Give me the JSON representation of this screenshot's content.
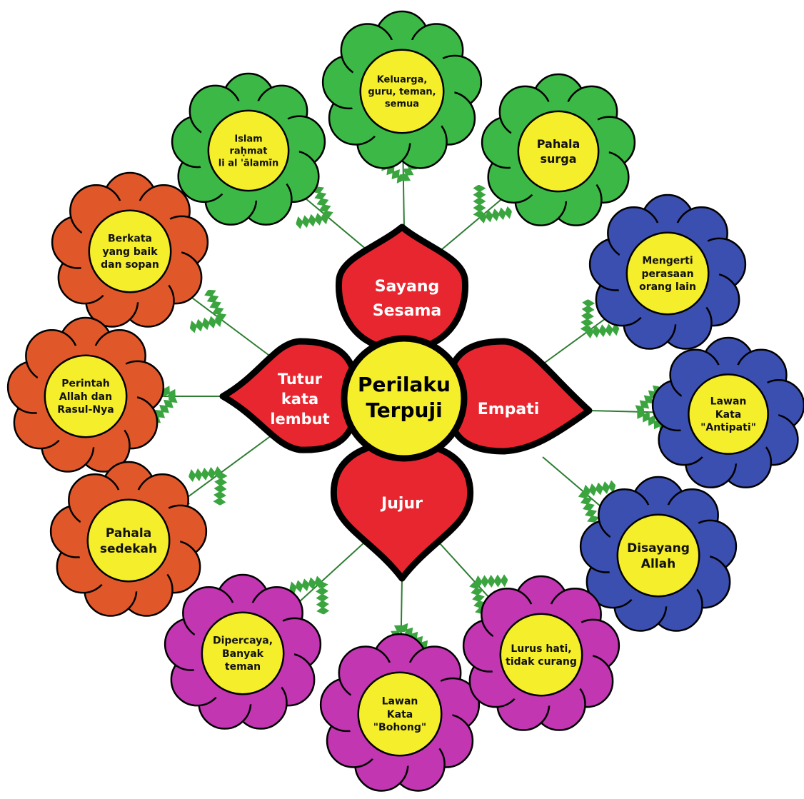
{
  "center": {
    "lines": [
      "Perilaku",
      "Terpuji"
    ]
  },
  "petals": {
    "top": [
      "Sayang",
      "Sesama"
    ],
    "right": [
      "Empati"
    ],
    "bottom": [
      "Jujur"
    ],
    "left": [
      "Tutur",
      "kata",
      "lembut"
    ]
  },
  "flowers": {
    "green_1": [
      "Islam",
      "raḥmat",
      "li al 'ālamīn"
    ],
    "green_2": [
      "Keluarga,",
      "guru, teman,",
      "semua"
    ],
    "green_3": [
      "Pahala",
      "surga"
    ],
    "orange_1": [
      "Berkata",
      "yang baik",
      "dan sopan"
    ],
    "orange_2": [
      "Perintah",
      "Allah dan",
      "Rasul-Nya"
    ],
    "orange_3": [
      "Pahala",
      "sedekah"
    ],
    "blue_1": [
      "Mengerti",
      "perasaan",
      "orang lain"
    ],
    "blue_2": [
      "Lawan",
      "Kata",
      "\"Antipati\""
    ],
    "blue_3": [
      "Disayang",
      "Allah"
    ],
    "purple_1": [
      "Dipercaya,",
      "Banyak",
      "teman"
    ],
    "purple_2": [
      "Lawan",
      "Kata",
      "\"Bohong\""
    ],
    "purple_3": [
      "Lurus hati,",
      "tidak curang"
    ]
  },
  "colors": {
    "green": "#3cb846",
    "orange": "#e0582a",
    "blue": "#3b4fb0",
    "purple": "#c236b2",
    "red": "#e8262f",
    "yellow": "#f5ee2a",
    "leaf": "#3aa53f"
  }
}
